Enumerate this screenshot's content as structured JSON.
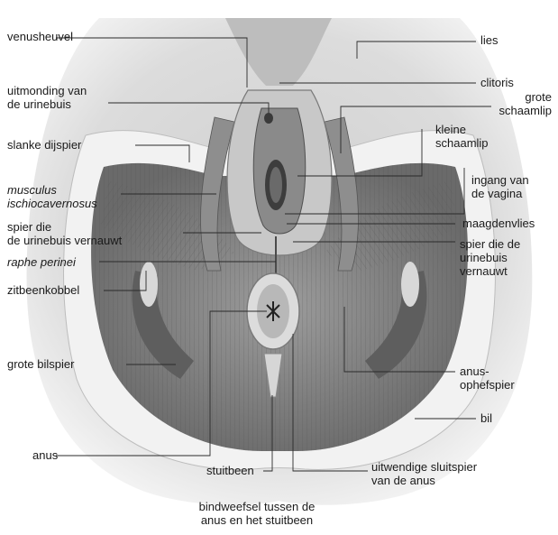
{
  "labels": {
    "venusheuvel": "venusheuvel",
    "lies": "lies",
    "clitoris": "clitoris",
    "uitmonding_1": "uitmonding van",
    "uitmonding_2": "de urinebuis",
    "grote_schaamlip_1": "grote",
    "grote_schaamlip_2": "schaamlip",
    "kleine_schaamlip_1": "kleine",
    "kleine_schaamlip_2": "schaamlip",
    "slanke_dijspier": "slanke dijspier",
    "ingang_vagina_1": "ingang van",
    "ingang_vagina_2": "de vagina",
    "musculus_1": "musculus",
    "musculus_2": "ischiocavernosus",
    "maagdenvlies": "maagdenvlies",
    "spier_links_1": "spier die",
    "spier_links_2": "de urinebuis vernauwt",
    "spier_rechts_1": "spier die de",
    "spier_rechts_2": "urinebuis",
    "spier_rechts_3": "vernauwt",
    "raphe_perinei": "raphe perinei",
    "zitbeenkobbel": "zitbeenkobbel",
    "grote_bilspier": "grote bilspier",
    "anusophefspier_1": "anus-",
    "anusophefspier_2": "ophefspier",
    "bil": "bil",
    "anus": "anus",
    "stuitbeen": "stuitbeen",
    "sluitspier_1": "uitwendige sluitspier",
    "sluitspier_2": "van de anus",
    "bindweefsel_1": "bindweefsel tussen de",
    "bindweefsel_2": "anus en het stuitbeen"
  },
  "colors": {
    "skin": "#e6e6e6",
    "muscle": "#a9a9a9",
    "muscle_dark": "#6e6e6e",
    "fat": "#cfcfcf",
    "line": "#2a2a2a"
  }
}
